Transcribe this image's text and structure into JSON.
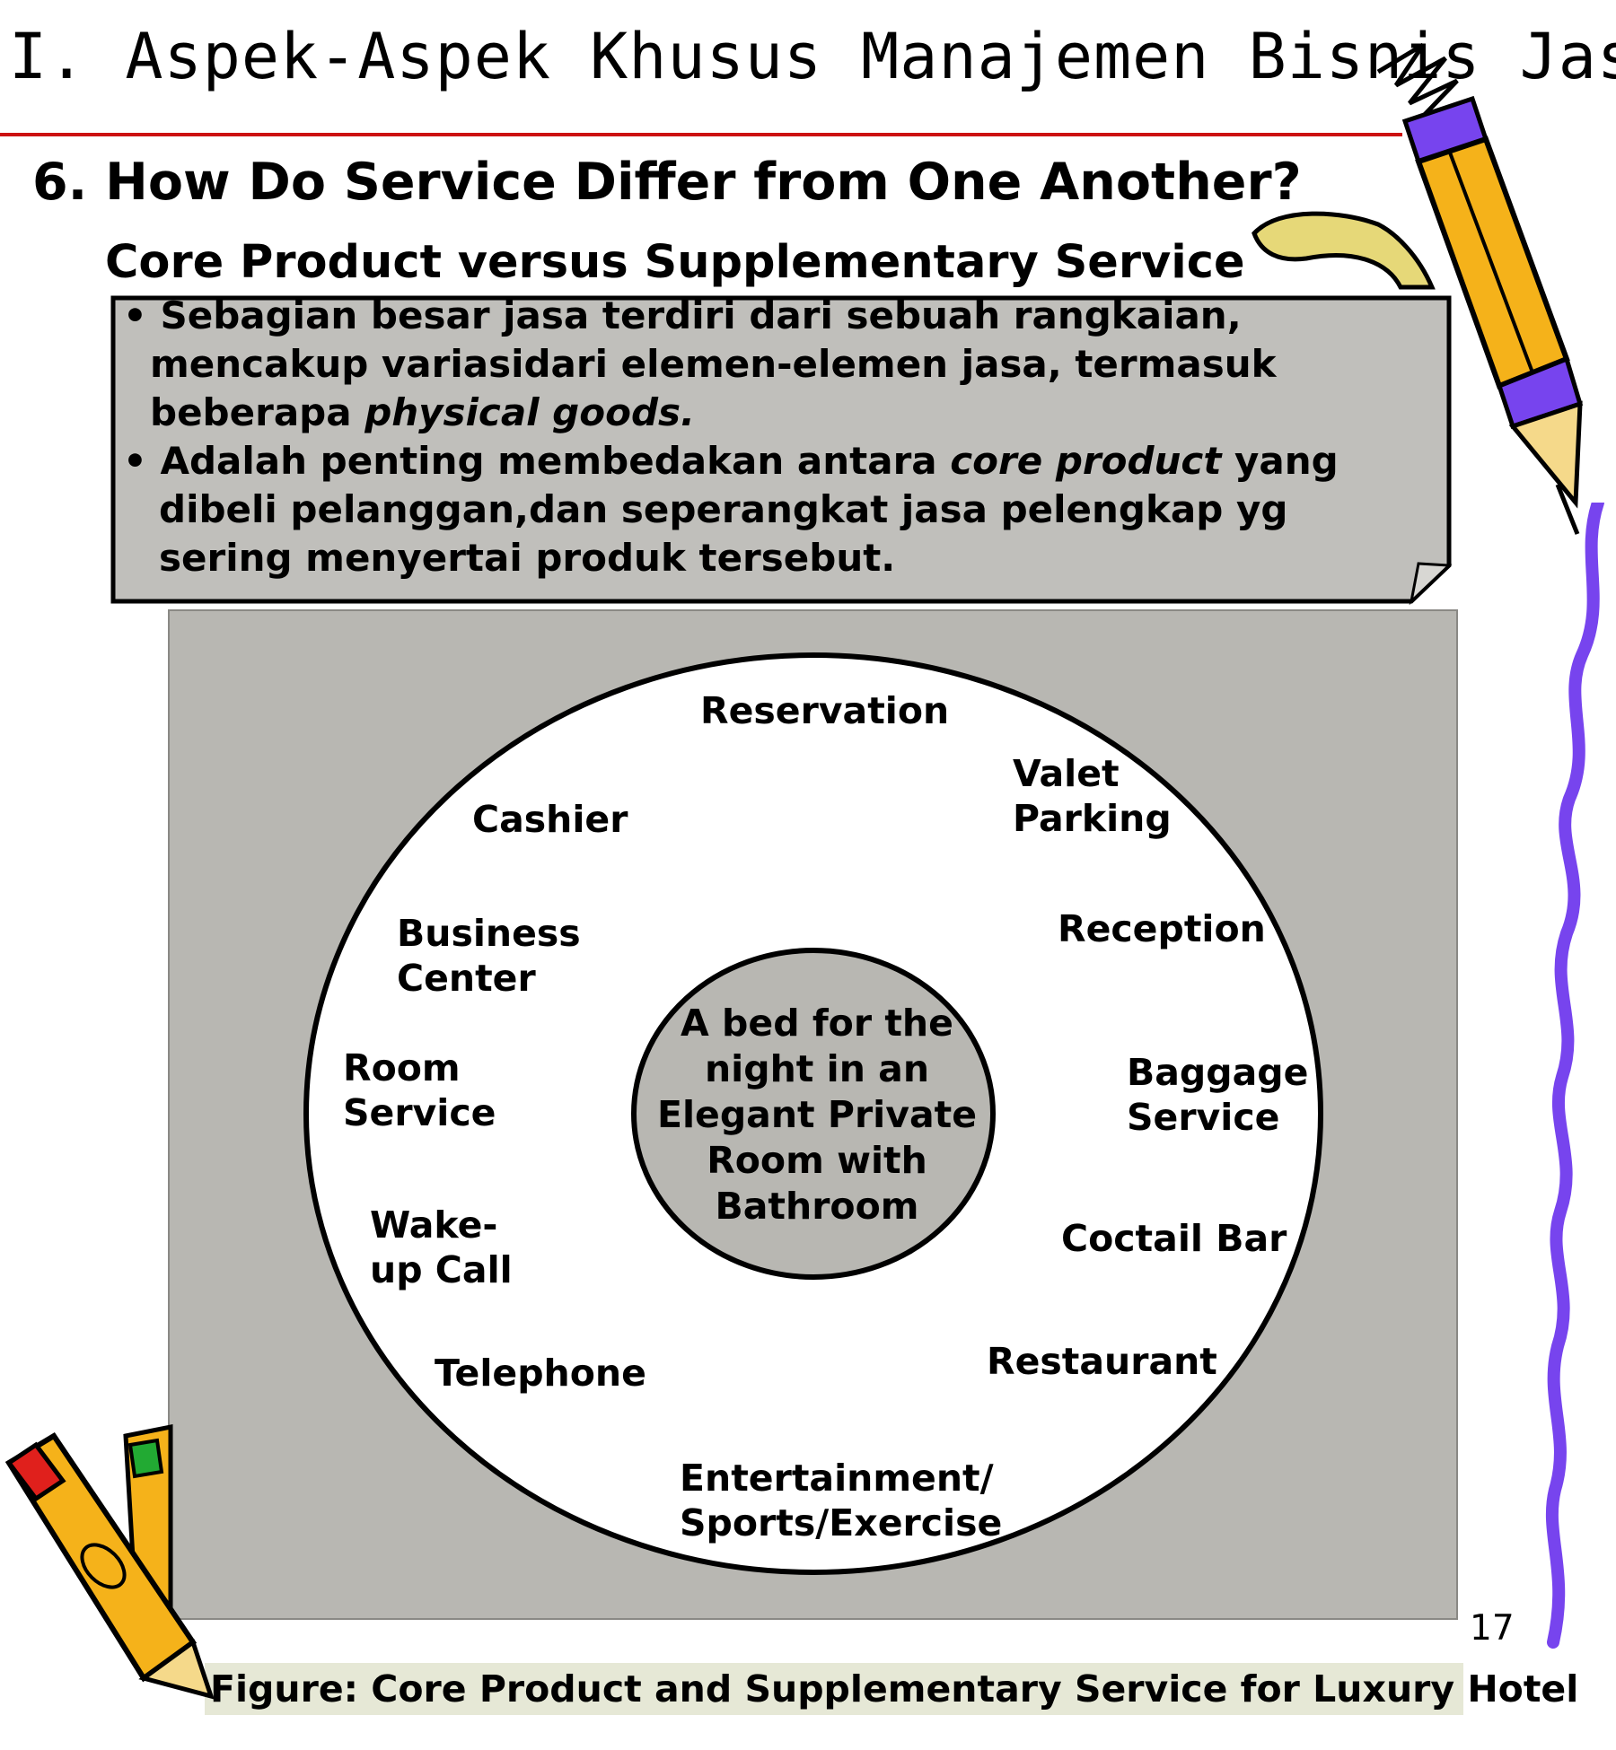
{
  "header": {
    "title": "I. Aspek-Aspek Khusus Manajemen Bisnis Jasa"
  },
  "heading": "6. How Do Service Differ from One Another?",
  "subheading": "Core Product versus Supplementary Service",
  "callout": {
    "bullet1_part1": "Sebagian besar jasa terdiri dari sebuah rangkaian, mencakup variasidari elemen-elemen jasa, termasuk beberapa ",
    "bullet1_italic": "physical goods.",
    "bullet2_part1": "Adalah penting membedakan antara ",
    "bullet2_italic": "core product",
    "bullet2_part2": " yang dibeli pelanggan,dan seperangkat jasa pelengkap yg sering menyertai produk tersebut."
  },
  "diagram": {
    "core": "A bed for the night in an Elegant Private Room with Bathroom",
    "supplementary": {
      "reservation": "Reservation",
      "valet_parking": "Valet Parking",
      "reception": "Reception",
      "baggage_service": "Baggage Service",
      "coctail_bar": "Coctail Bar",
      "restaurant": "Restaurant",
      "entertainment": "Entertainment/ Sports/Exercise",
      "telephone": "Telephone",
      "wake_up_call": "Wake-up Call",
      "room_service": "Room Service",
      "business_center": "Business Center",
      "cashier": "Cashier"
    }
  },
  "caption": "Figure: Core Product and Supplementary Service for Luxury Hotel",
  "page_number": "17",
  "colors": {
    "title_rule": "#cc1111",
    "panel": "#b8b7b2",
    "callout_fill": "#c0bfbb",
    "caption_bg": "#e6e8d6",
    "pencil_body": "#f5b21a",
    "pencil_band": "#7744ee",
    "squiggle": "#7744ee"
  },
  "icons": {
    "top_right": "pencil-writing-icon",
    "bottom_left": "pencils-icon",
    "right_edge": "squiggle-line-icon"
  }
}
